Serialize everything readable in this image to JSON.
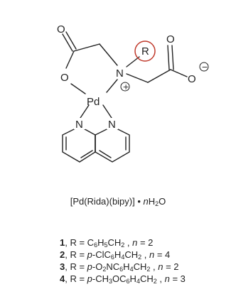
{
  "atoms": {
    "carbonyl_o_left": "O",
    "ring_o": "O",
    "palladium": "Pd",
    "amine_n": "N",
    "r_group": "R",
    "carbonyl_o_right": "O",
    "carboxylate_o": "O",
    "bipy_n_left": "N",
    "bipy_n_right": "N",
    "positive_charge": "+",
    "negative_charge": "−"
  },
  "formula": {
    "complex_prefix": "[Pd(Rida)(bipy)] • ",
    "n_var": "n",
    "water": "H",
    "water_sub": "2",
    "water_tail": "O"
  },
  "legend": [
    {
      "num": "1",
      "text_a": ", R = C",
      "sub1": "6",
      "text_b": "H",
      "sub2": "5",
      "text_c": "CH",
      "sub3": "2",
      "text_d": " , ",
      "n_var": "n",
      "n_val": " = 2"
    },
    {
      "num": "2",
      "text_a": ", R = ",
      "prefix": "p",
      "text_b": "-ClC",
      "sub1": "6",
      "text_c": "H",
      "sub2": "4",
      "text_d": "CH",
      "sub3": "2",
      "text_e": " , ",
      "n_var": "n",
      "n_val": " = 4"
    },
    {
      "num": "3",
      "text_a": ", R = ",
      "prefix": "p",
      "text_b": "-O",
      "sub0": "2",
      "text_b2": "NC",
      "sub1": "6",
      "text_c": "H",
      "sub2": "4",
      "text_d": "CH",
      "sub3": "2",
      "text_e": " , ",
      "n_var": "n",
      "n_val": " = 2"
    },
    {
      "num": "4",
      "text_a": ", R = ",
      "prefix": "p",
      "text_b": "-CH",
      "sub0": "3",
      "text_b2": "OC",
      "sub1": "6",
      "text_c": "H",
      "sub2": "4",
      "text_d": "CH",
      "sub3": "2",
      "text_e": " , ",
      "n_var": "n",
      "n_val": " = 3"
    }
  ],
  "colors": {
    "r_circle": "#c0392b",
    "ink": "#222222"
  }
}
